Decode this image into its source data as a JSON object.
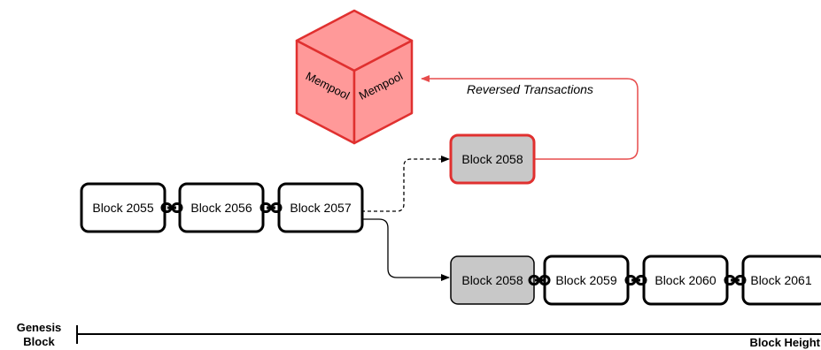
{
  "diagram": {
    "mempool": {
      "left_face_label": "Mempool",
      "right_face_label": "Mempool"
    },
    "reversed_transactions_label": "Reversed Transactions",
    "orphan_block": {
      "label": "Block 2058"
    },
    "main_chain": [
      {
        "label": "Block 2055"
      },
      {
        "label": "Block 2056"
      },
      {
        "label": "Block 2057"
      }
    ],
    "extended_chain": [
      {
        "label": "Block 2058"
      },
      {
        "label": "Block 2059"
      },
      {
        "label": "Block 2060"
      },
      {
        "label": "Block 2061"
      }
    ],
    "axis": {
      "genesis_line1": "Genesis",
      "genesis_line2": "Block",
      "end_label": "Block Height"
    },
    "colors": {
      "mempool_fill": "#ff9999",
      "mempool_stroke": "#e0302f",
      "orphan_stroke": "#e0302f",
      "reversed_arrow": "#e74c4c",
      "block_gray_fill": "#c8c8c8",
      "block_white_fill": "#ffffff"
    }
  }
}
